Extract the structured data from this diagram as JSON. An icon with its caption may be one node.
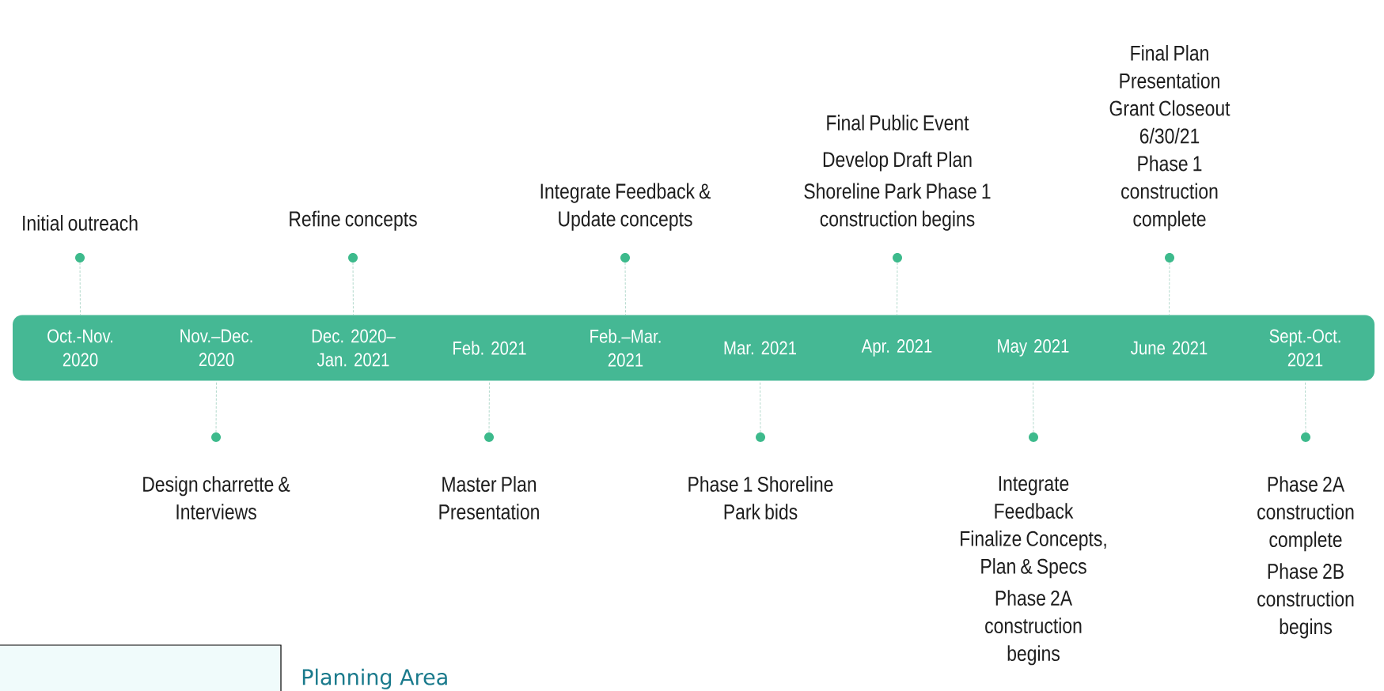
{
  "diagram": {
    "nodes": [
      {
        "text": [],
        "shape": "bar"
      },
      {
        "text": [
          "Oct.-Nov. 2020"
        ],
        "in": 0
      },
      {
        "text": [
          "Nov.–Dec. 2020"
        ],
        "in": 0
      },
      {
        "text": [
          "Dec. 2020– Jan. 2021"
        ],
        "in": 0
      },
      {
        "text": [
          "Feb. 2021"
        ],
        "in": 0
      },
      {
        "text": [
          "Feb.–Mar. 2021"
        ],
        "in": 0
      },
      {
        "text": [
          "Mar. 2021"
        ],
        "in": 0
      },
      {
        "text": [
          "Apr. 2021"
        ],
        "in": 0
      },
      {
        "text": [
          "May 2021"
        ],
        "in": 0
      },
      {
        "text": [
          "June 2021"
        ],
        "in": 0
      },
      {
        "text": [
          "Sept.-Oct. 2021"
        ],
        "in": 0
      },
      {
        "text": [
          "Initial outreach"
        ]
      },
      {
        "text": [
          "Refine concepts"
        ]
      },
      {
        "text": [
          "Integrate Feedback & Update concepts"
        ]
      },
      {
        "text": [
          "Final Public Event",
          "Develop Draft Plan",
          "Shoreline Park Phase 1 construction begins"
        ]
      },
      {
        "text": [
          "Final Plan Presentation",
          "Grant Closeout 6/30/21",
          "Phase 1 construction complete"
        ]
      },
      {
        "text": [],
        "shape": "circle"
      },
      {
        "text": [],
        "shape": "circle"
      },
      {
        "text": [],
        "shape": "circle"
      },
      {
        "text": [],
        "shape": "circle"
      },
      {
        "text": [],
        "shape": "circle"
      },
      {
        "text": [
          "Design charrette & Interviews"
        ]
      },
      {
        "text": [
          "Master Plan Presentation"
        ]
      },
      {
        "text": [
          "Phase 1 Shoreline Park bids"
        ]
      },
      {
        "text": [
          "Integrate Feedback",
          "Finalize Concepts, Plan & Specs",
          "Phase 2A construction begins"
        ]
      },
      {
        "text": [
          "Phase 2A construction complete",
          "Phase 2B construction begins"
        ]
      },
      {
        "text": [],
        "shape": "circle"
      },
      {
        "text": [],
        "shape": "circle"
      },
      {
        "text": [],
        "shape": "circle"
      },
      {
        "text": [],
        "shape": "circle"
      },
      {
        "text": [],
        "shape": "circle"
      }
    ],
    "edges": [
      {
        "from": 16,
        "to": 1,
        "arrow": "none",
        "style": "dashed"
      },
      {
        "from": 17,
        "to": 3,
        "arrow": "none",
        "style": "dashed"
      },
      {
        "from": 18,
        "to": 5,
        "arrow": "none",
        "style": "dashed"
      },
      {
        "from": 19,
        "to": 7,
        "arrow": "none",
        "style": "dashed"
      },
      {
        "from": 20,
        "to": 9,
        "arrow": "none",
        "style": "dashed"
      },
      {
        "from": 26,
        "to": 2,
        "arrow": "none",
        "style": "dashed"
      },
      {
        "from": 27,
        "to": 4,
        "arrow": "none",
        "style": "dashed"
      },
      {
        "from": 28,
        "to": 6,
        "arrow": "none",
        "style": "dashed"
      },
      {
        "from": 29,
        "to": 8,
        "arrow": "none",
        "style": "dashed"
      },
      {
        "from": 30,
        "to": 10,
        "arrow": "none",
        "style": "dashed"
      }
    ],
    "labels": [
      "Planning Area"
    ]
  }
}
